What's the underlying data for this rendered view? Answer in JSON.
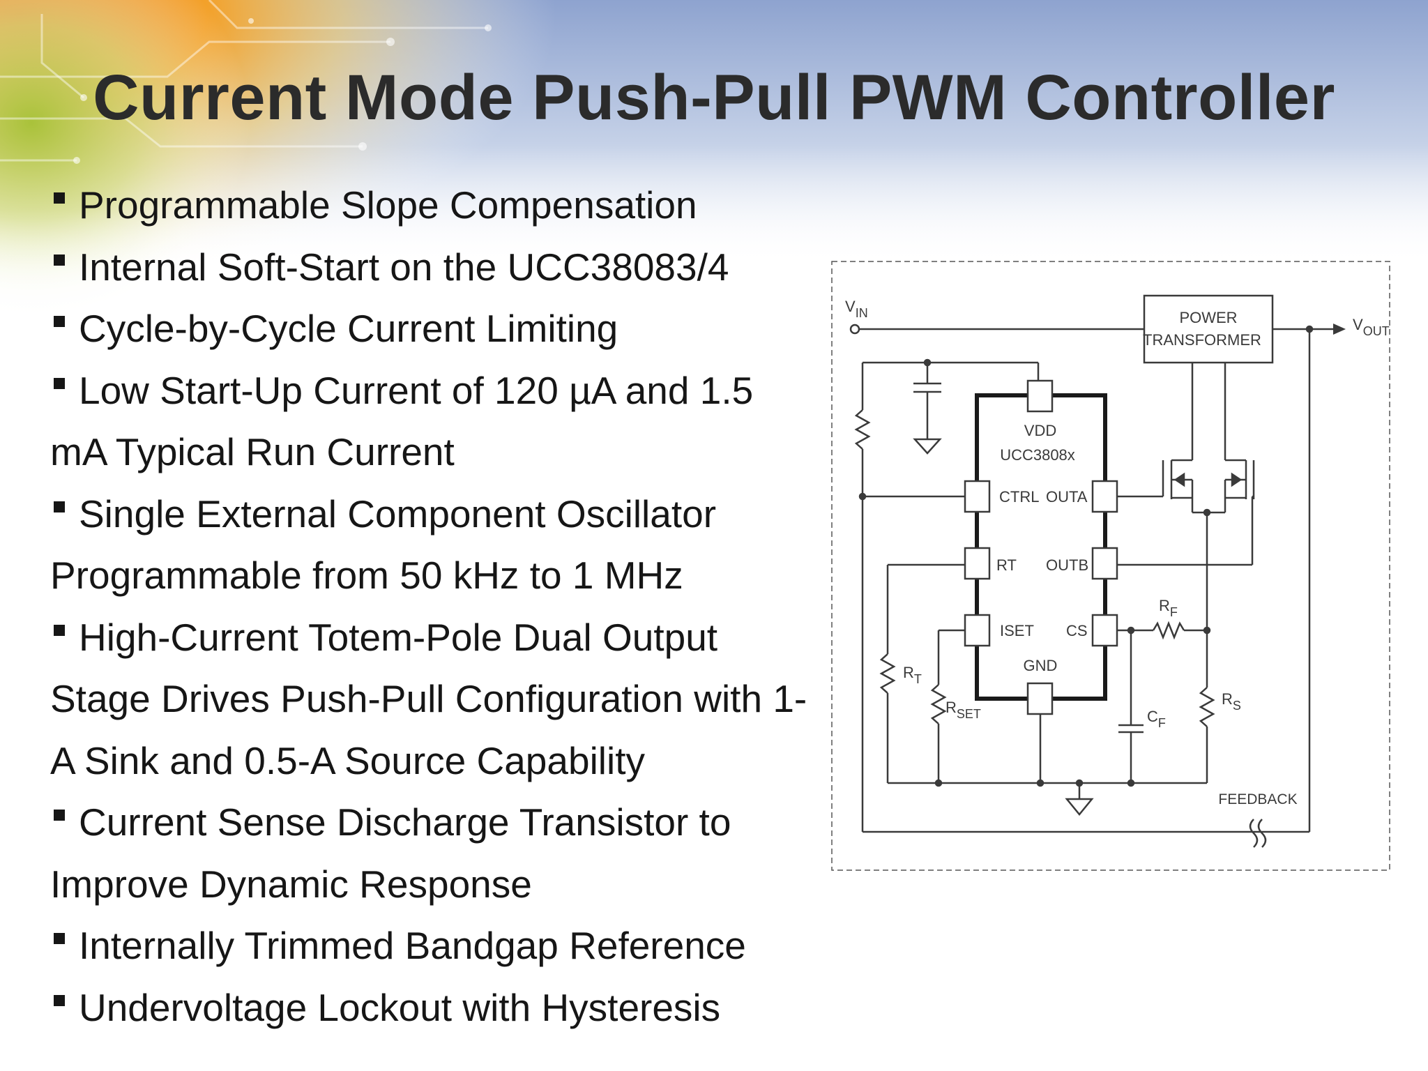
{
  "slide": {
    "title": "Current Mode Push-Pull PWM Controller",
    "bullets": [
      "Programmable Slope Compensation",
      "Internal Soft-Start on the UCC38083/4",
      "Cycle-by-Cycle Current Limiting",
      "Low Start-Up Current of 120 µA and 1.5 mA Typical Run Current",
      "Single External Component Oscillator Programmable from 50 kHz to 1 MHz",
      "High-Current Totem-Pole Dual Output Stage Drives Push-Pull Configuration with 1-A Sink and 0.5-A Source Capability",
      "Current Sense Discharge Transistor to Improve Dynamic Response",
      "Internally Trimmed Bandgap Reference",
      "Undervoltage Lockout with Hysteresis"
    ]
  },
  "schematic": {
    "vin": {
      "main": "V",
      "sub": "IN"
    },
    "vout": {
      "main": "V",
      "sub": "OUT"
    },
    "transformer": [
      "POWER",
      "TRANSFORMER"
    ],
    "chip_name": "UCC3808x",
    "pins": {
      "vdd": "VDD",
      "ctrl": "CTRL",
      "outa": "OUTA",
      "rt": "RT",
      "outb": "OUTB",
      "iset": "ISET",
      "cs": "CS",
      "gnd": "GND"
    },
    "rf": {
      "main": "R",
      "sub": "F"
    },
    "rt_res": {
      "main": "R",
      "sub": "T"
    },
    "rset": {
      "main": "R",
      "sub": "SET"
    },
    "cf": {
      "main": "C",
      "sub": "F"
    },
    "rs": {
      "main": "R",
      "sub": "S"
    },
    "feedback": "FEEDBACK"
  },
  "colors": {
    "title": "#2b2b2b",
    "text": "#161616",
    "accent_orange": "#f08a1c",
    "accent_green": "#a6c43a",
    "accent_blue": "#8fa6cf"
  }
}
